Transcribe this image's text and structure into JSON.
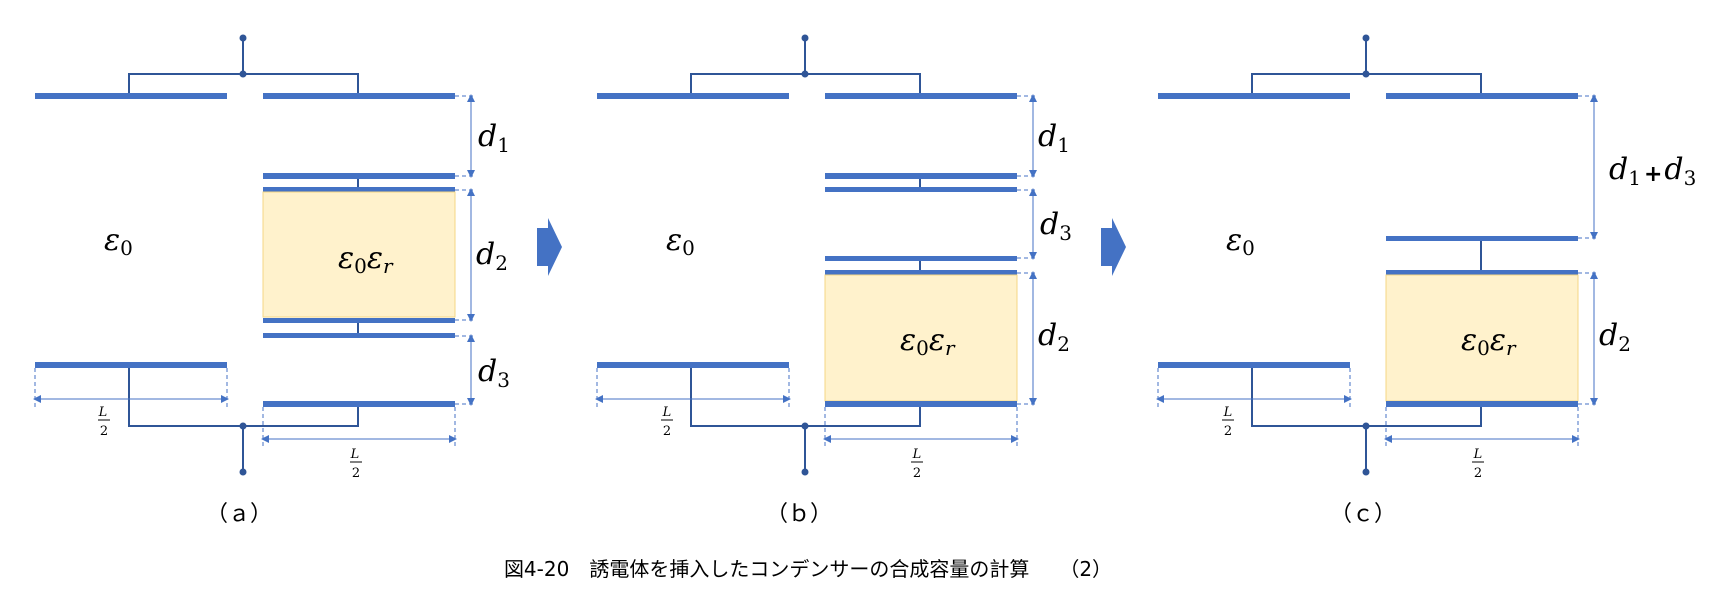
{
  "labels": {
    "eps0": "ε",
    "eps0_sub": "0",
    "epsr": "ε",
    "epsr_sub": "r",
    "d": "d",
    "d1_sub": "1",
    "d2_sub": "2",
    "d3_sub": "3",
    "plus": "+",
    "half_num": "L",
    "half_den": "2"
  },
  "panels": {
    "a": "（ａ）",
    "b": "（ｂ）",
    "c": "（ｃ）"
  },
  "caption": {
    "text": "図4-20　誘電体を挿入したコンデンサーの合成容量の計算　　（2）"
  },
  "colors": {
    "plate": "#4472c4",
    "wire": "#2f5597",
    "dielectric": "#fff2cc",
    "arrow": "#4472c4"
  }
}
